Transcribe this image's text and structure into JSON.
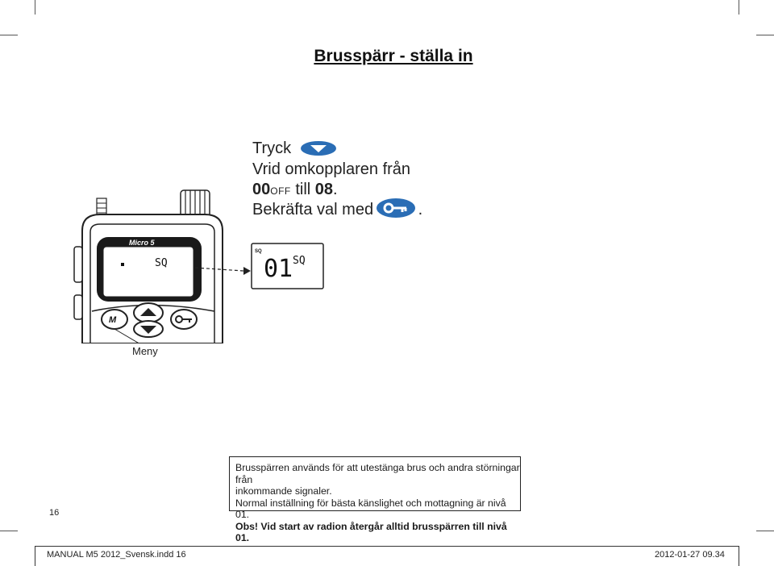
{
  "title": "Brusspärr - ställa in",
  "instructions": {
    "line1": "Tryck",
    "line2": "Vrid omkopplaren från",
    "line3_value_from": "00",
    "line3_off": "OFF",
    "line3_till": "till",
    "line3_value_to": "08",
    "line3_end": ".",
    "line4": "Bekräfta val med",
    "line4_end": "."
  },
  "device": {
    "brand": "Micro 5",
    "lcd_text": "SQ",
    "button_m": "M",
    "menu_label": "Meny"
  },
  "lcd_zoom": {
    "sq_indicator": "SQ",
    "digits": "01",
    "label": "SQ"
  },
  "info": {
    "line1": "Brusspärren används för att utestänga brus och andra störningar från",
    "line2": "inkommande signaler.",
    "line3": "Normal inställning för bästa känslighet och mottagning är nivå 01.",
    "line4": "Obs! Vid start av radion återgår alltid brusspärren till nivå 01."
  },
  "page_number": "16",
  "footer": {
    "file": "MANUAL M5 2012_Svensk.indd   16",
    "timestamp": "2012-01-27   09.34"
  },
  "colors": {
    "button_blue": "#2a6db5",
    "text": "#1a1a1a"
  }
}
